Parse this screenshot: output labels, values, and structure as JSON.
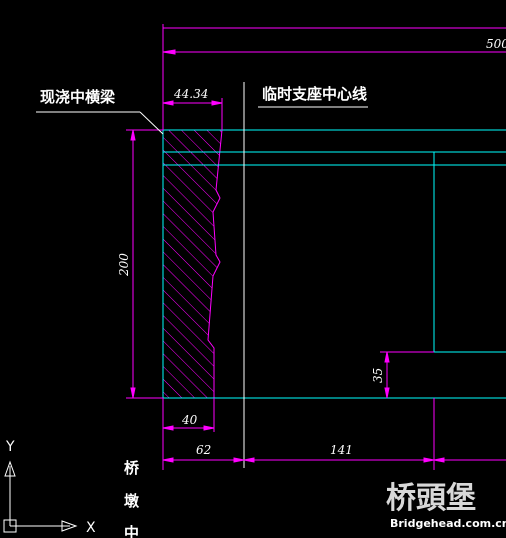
{
  "drawing": {
    "background": "#000000",
    "colors": {
      "dimension": "#ff00ff",
      "outline": "#00ffff",
      "text": "#ffffff",
      "hatch": "#ff00ff"
    },
    "dimensions": {
      "top_overall": "500",
      "top_left": "44.34",
      "left_height": "200",
      "bottom_width": "40",
      "step_height": "35",
      "bottom_62": "62",
      "bottom_141": "141"
    },
    "labels": {
      "cast_beam": "现浇中横梁",
      "support_centerline": "临时支座中心线",
      "pier_vertical": [
        "桥",
        "墩",
        "中"
      ]
    },
    "ucs": {
      "x_label": "X",
      "y_label": "Y"
    },
    "watermark": {
      "chinese": "桥頭堡",
      "url": "Bridgehead.com.cn"
    }
  }
}
